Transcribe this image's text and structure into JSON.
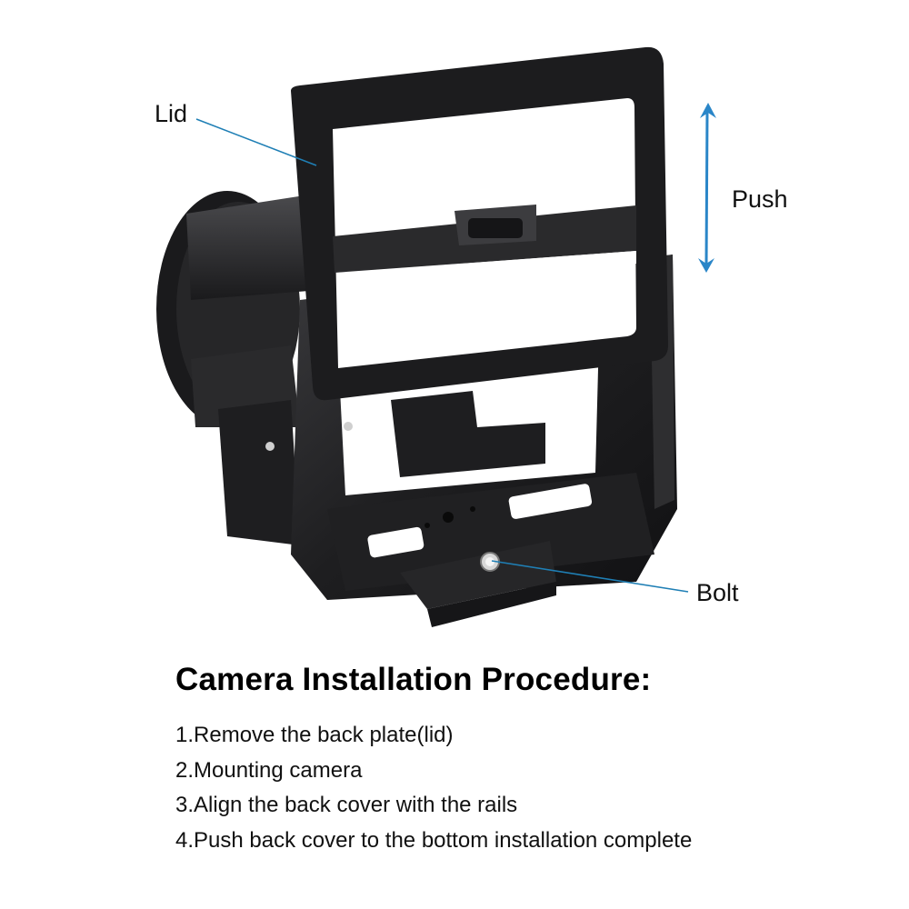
{
  "callouts": {
    "lid": "Lid",
    "push": "Push",
    "bolt": "Bolt"
  },
  "colors": {
    "callout_line": "#1f7fb5",
    "arrow": "#2a86c8",
    "product_body": "#1c1c1e"
  },
  "procedure": {
    "title": "Camera Installation Procedure:",
    "steps": [
      "1.Remove the back plate(lid)",
      "2.Mounting camera",
      "3.Align the back cover with the rails",
      "4.Push back cover to the bottom installation complete"
    ]
  }
}
